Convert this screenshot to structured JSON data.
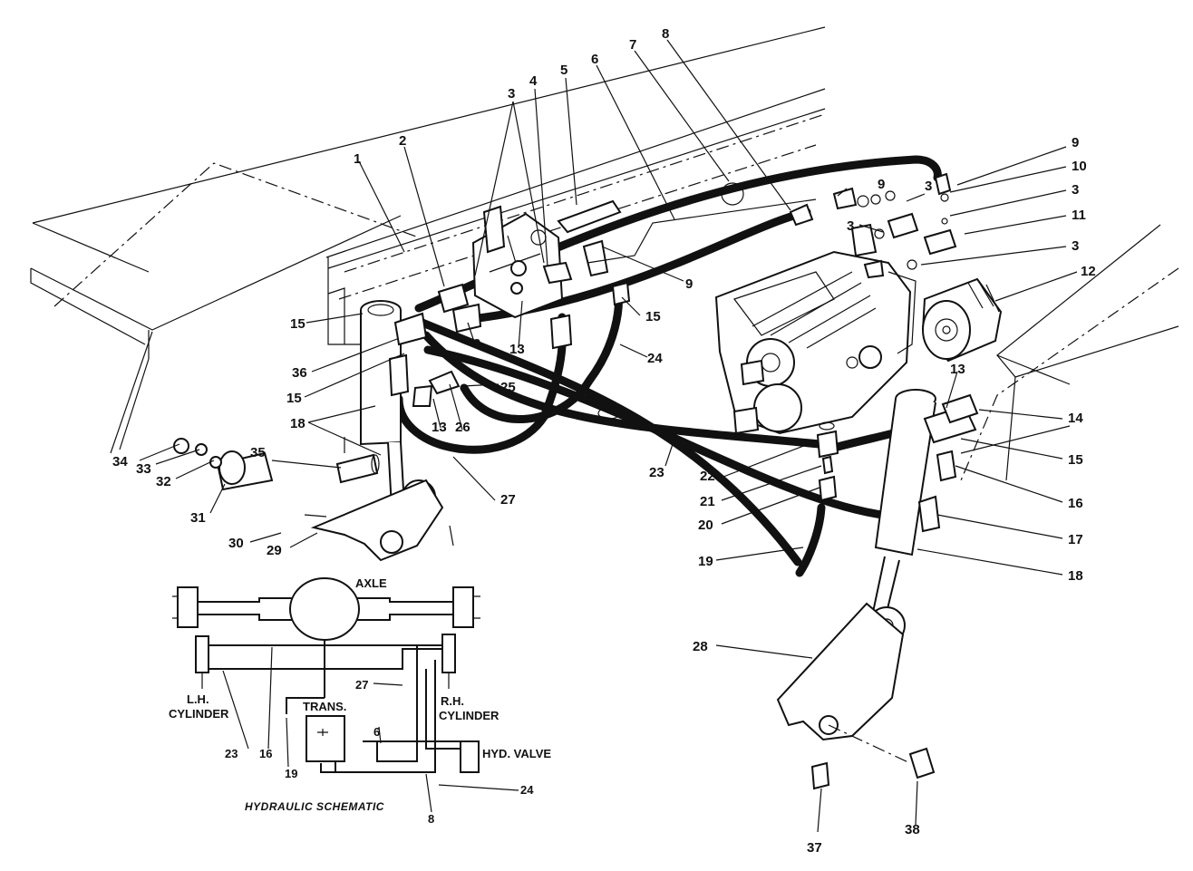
{
  "callouts": {
    "c1": "1",
    "c2": "2",
    "c3a": "3",
    "c3b": "3",
    "c3c": "3",
    "c3d": "3",
    "c4": "4",
    "c5": "5",
    "c6": "6",
    "c7": "7",
    "c8": "8",
    "c9a": "9",
    "c9b": "9",
    "c9c": "9",
    "c9d": "9",
    "c10": "10",
    "c11": "11",
    "c12": "12",
    "c13a": "13",
    "c13b": "13",
    "c13c": "13",
    "c14": "14",
    "c15a": "15",
    "c15b": "15",
    "c15c": "15",
    "c15d": "15",
    "c16": "16",
    "c17": "17",
    "c18a": "18",
    "c18b": "18",
    "c19": "19",
    "c20": "20",
    "c21": "21",
    "c22": "22",
    "c23": "23",
    "c24": "24",
    "c25": "25",
    "c26": "26",
    "c27": "27",
    "c28": "28",
    "c29": "29",
    "c30": "30",
    "c31": "31",
    "c32": "32",
    "c33": "33",
    "c34": "34",
    "c35": "35",
    "c36": "36",
    "c37": "37",
    "c38": "38"
  },
  "schematic": {
    "title": "HYDRAULIC SCHEMATIC",
    "axle": "AXLE",
    "lh_cylinder_1": "L.H.",
    "lh_cylinder_2": "CYLINDER",
    "rh_cylinder_1": "R.H.",
    "rh_cylinder_2": "CYLINDER",
    "trans": "TRANS.",
    "hyd_valve": "HYD. VALVE",
    "n23": "23",
    "n16": "16",
    "n19": "19",
    "n27": "27",
    "n6": "6",
    "n8": "8",
    "n24": "24"
  }
}
